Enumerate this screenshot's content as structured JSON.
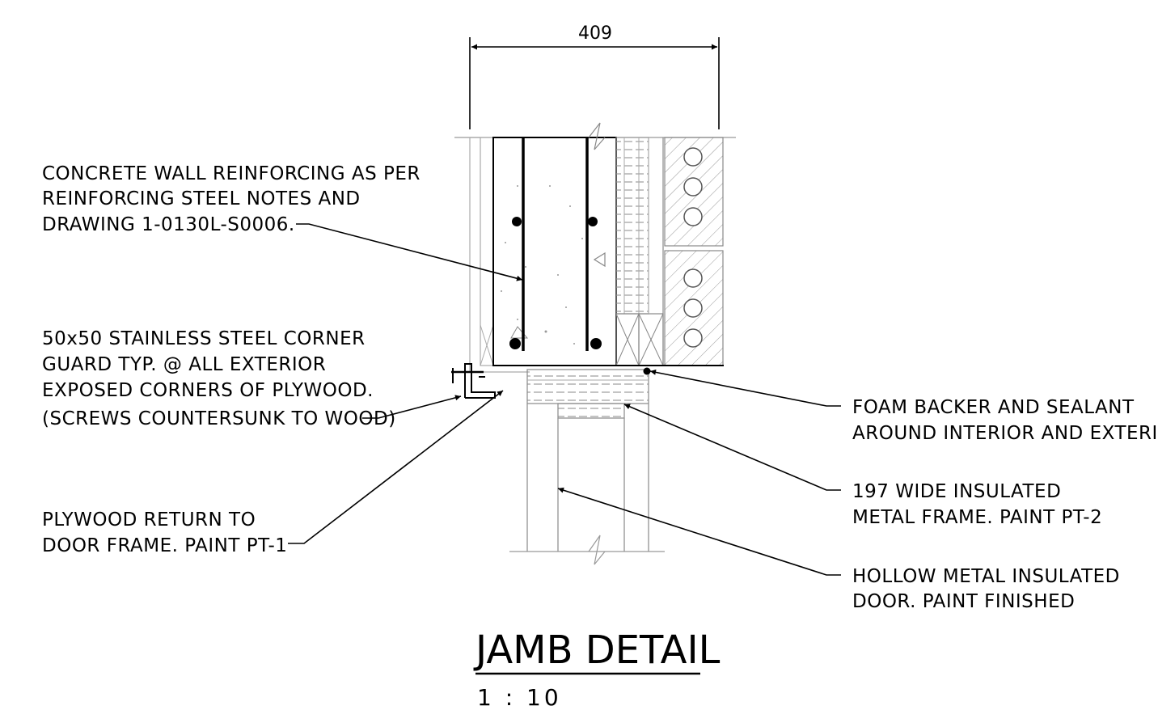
{
  "dimension": {
    "value": "409"
  },
  "notes_left": [
    {
      "lines": [
        "CONCRETE WALL REINFORCING AS PER",
        "REINFORCING STEEL NOTES AND",
        "DRAWING 1-0130L-S0006."
      ]
    },
    {
      "lines": [
        "50x50 STAINLESS STEEL CORNER",
        "GUARD TYP. @ ALL EXTERIOR",
        "EXPOSED CORNERS OF PLYWOOD.",
        "(SCREWS COUNTERSUNK TO WOOD)"
      ]
    },
    {
      "lines": [
        "PLYWOOD RETURN TO",
        "DOOR FRAME. PAINT PT-1"
      ]
    }
  ],
  "notes_right": [
    {
      "lines": [
        "FOAM BACKER AND SEALANT",
        "AROUND INTERIOR AND EXTERIOR."
      ]
    },
    {
      "lines": [
        "197 WIDE INSULATED",
        "METAL FRAME. PAINT PT-2"
      ]
    },
    {
      "lines": [
        "HOLLOW METAL INSULATED",
        "DOOR. PAINT FINISHED"
      ]
    }
  ],
  "title": {
    "text": "JAMB DETAIL",
    "scale": "1 : 10"
  }
}
